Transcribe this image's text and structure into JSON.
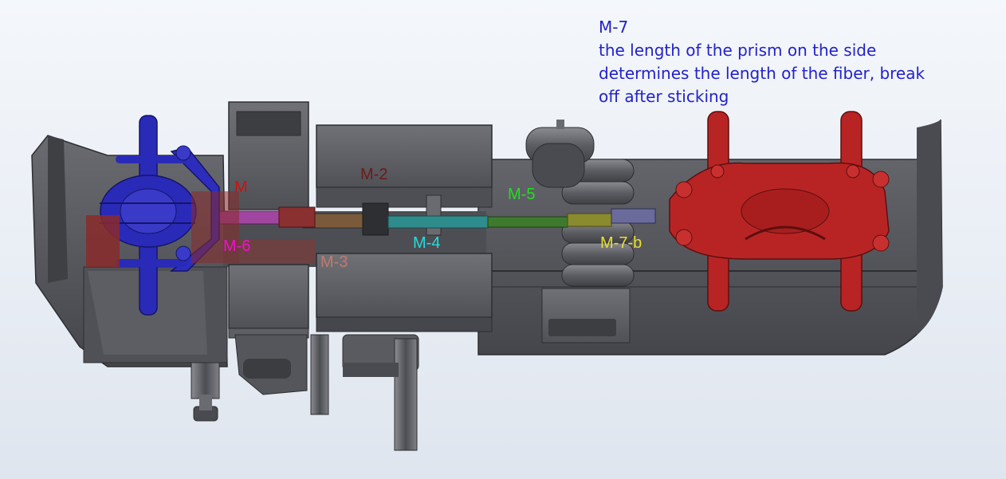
{
  "annotation": {
    "title": "M-7",
    "lines": [
      "the length of the prism on the side",
      "determines the length of the fiber, break",
      "off after sticking"
    ]
  },
  "labels": {
    "m": "M",
    "m2": "M-2",
    "m3": "M-3",
    "m4": "M-4",
    "m5": "M-5",
    "m6": "M-6",
    "m7b": "M-7-b"
  },
  "colors": {
    "m": "#cc1111",
    "m2": "#6b1a1a",
    "m3": "#c07a70",
    "m4": "#22dddd",
    "m5": "#22dd22",
    "m6": "#ee11cc",
    "m7b": "#e8e030",
    "annotation": "#2222cc",
    "blue_part": "#2a2ab8",
    "red_part": "#b82424",
    "body": "#55565b"
  }
}
